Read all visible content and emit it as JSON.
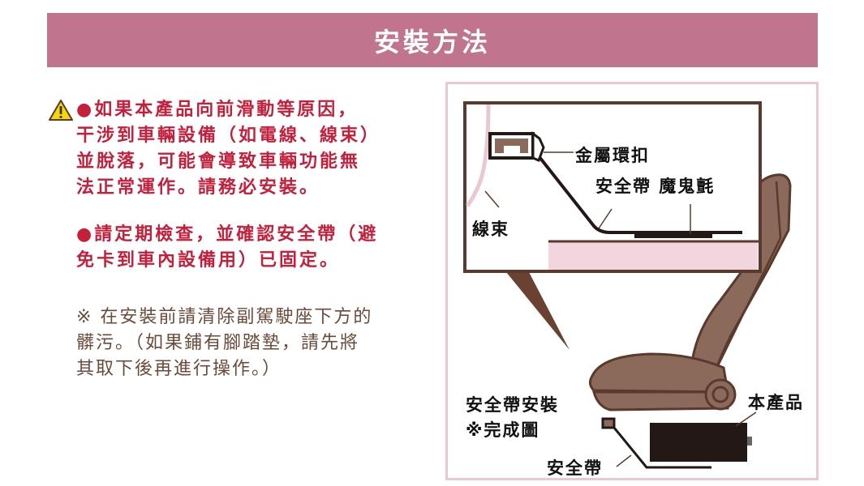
{
  "header": {
    "title": "安裝方法"
  },
  "notes": {
    "warning_icon": "warning-triangle-icon",
    "bullet_icon": "red-dot-icon",
    "warning_1": {
      "bullet": "●",
      "lines": [
        "如果本產品向前滑動等原因，",
        "干涉到車輛設備（如電線、線束）",
        "並脫落，可能會導致車輛功能無",
        "法正常運作。請務必安裝。"
      ]
    },
    "warning_2": {
      "bullet": "●",
      "lines": [
        "請定期檢查，並確認安全帶（避",
        "免卡到車內設備用）已固定。"
      ]
    },
    "note": {
      "lines": [
        "※ 在安裝前請清除副駕駛座下方的",
        "髒污。（如果鋪有腳踏墊，請先將",
        "其取下後再進行操作。）"
      ]
    }
  },
  "diagram": {
    "labels": {
      "metal_buckle": "金屬環扣",
      "belt_velcro": "安全帶 魔鬼氈",
      "wire_harness": "線束",
      "install_title_1": "安全帶安裝",
      "install_title_2": "※完成圖",
      "product": "本產品",
      "belt": "安全帶"
    }
  },
  "colors": {
    "header_bg": "#c0748e",
    "warning_red": "#c41f3b",
    "note_brown": "#6b4a3a",
    "seat_brown": "#8b6a5c",
    "outline_brown": "#5a3a2c",
    "frame_pink": "#e8c8d3",
    "product_black": "#231815"
  }
}
